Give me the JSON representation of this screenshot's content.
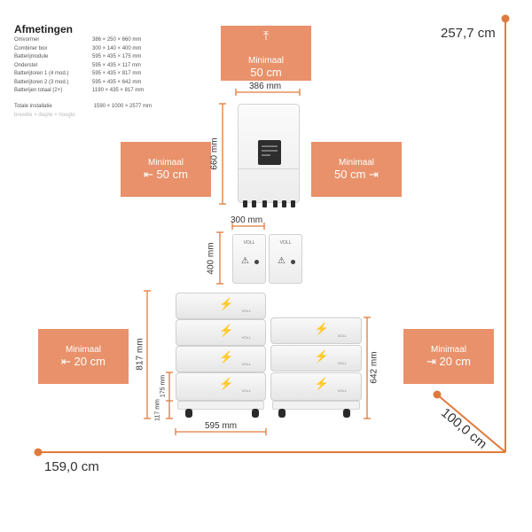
{
  "title": "Afmetingen",
  "specs": [
    {
      "label": "Omvormer",
      "value": "386 × 250 × 660 mm"
    },
    {
      "label": "Combiner box",
      "value": "300 × 140 × 400 mm"
    },
    {
      "label": "Batterijmodule",
      "value": "595 × 435 × 175 mm"
    },
    {
      "label": "Onderstel",
      "value": "595 × 435 × 117 mm"
    },
    {
      "label": "Batterijtoren 1 (4 mod.)",
      "value": "595 × 435 × 817 mm"
    },
    {
      "label": "Batterijtoren 2 (3 mod.)",
      "value": "595 × 435 × 642 mm"
    },
    {
      "label": "Batterijen totaal (2+)",
      "value": "1190 × 435 × 817 mm"
    }
  ],
  "total": {
    "label": "Totale installatie",
    "value": "1590 × 1000 × 2577 mm",
    "sub": "breedte × diepte × hoogte"
  },
  "clearances": {
    "label": "Minimaal",
    "top": "50 cm",
    "left_inverter": "50 cm",
    "right_inverter": "50 cm",
    "left_battery": "20 cm",
    "right_battery": "20 cm"
  },
  "dims": {
    "inverter_width": "386 mm",
    "inverter_height": "660 mm",
    "combiner_width": "300 mm",
    "combiner_height": "400 mm",
    "tower1_height": "817 mm",
    "module_height": "175 mm",
    "base_height": "117 mm",
    "tower2_height": "642 mm",
    "battery_width": "595 mm"
  },
  "overall": {
    "height": "257,7 cm",
    "width": "159,0 cm",
    "depth": "100,0 cm"
  },
  "brand": "VOLL",
  "accent": "#e07a3c",
  "box_color": "#e8916a"
}
